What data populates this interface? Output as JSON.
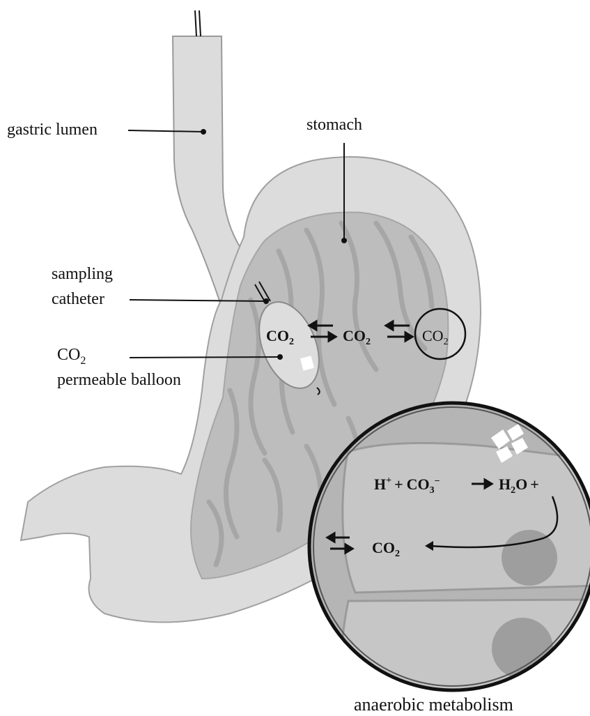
{
  "labels": {
    "gastric_lumen": "gastric lumen",
    "stomach": "stomach",
    "sampling": "sampling",
    "catheter": "catheter",
    "co2_main": "CO",
    "co2_sub": "2",
    "permeable_balloon": "permeable balloon",
    "caption": "anaerobic metabolism"
  },
  "equation_top": {
    "co2_a": "CO",
    "co2_b": "CO",
    "co2_c": "CO",
    "sub": "2"
  },
  "equation_inset": {
    "h": "H",
    "h_sup": "+",
    "plus1": "+",
    "co3": "CO",
    "co3_sub": "3",
    "co3_sup": "−",
    "h2o_h": "H",
    "h2o_sub": "2",
    "h2o_o": "O",
    "plus2": "+",
    "co2": "CO",
    "co2_sub": "2"
  },
  "colors": {
    "organ_light": "#dcdcdc",
    "organ_mid": "#bdbdbd",
    "organ_fold": "#a6a6a6",
    "organ_edge": "#9a9a9a",
    "inset_fill": "#b5b5b5",
    "inset_cell": "#c9c9c9",
    "nucleus": "#9e9e9e",
    "ink": "#111111"
  }
}
